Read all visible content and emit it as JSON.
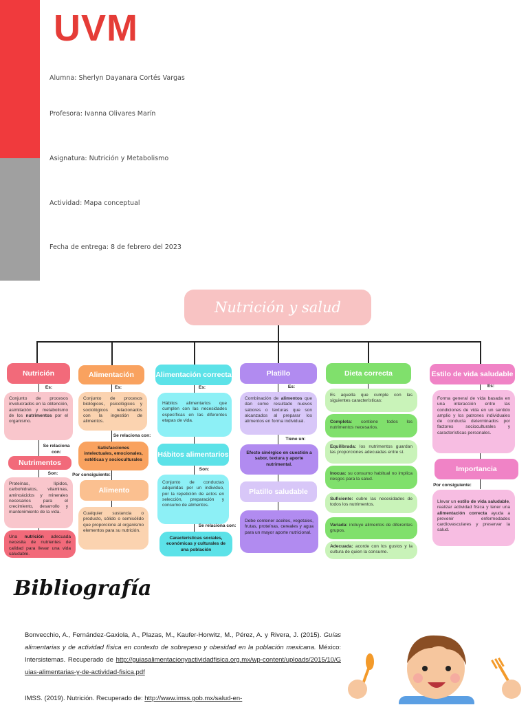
{
  "header": {
    "logo": "UVM",
    "student": "Alumna: Sherlyn Dayanara Cortés Vargas",
    "teacher": "Profesora: Ivanna Olivares Marín",
    "subject": "Asignatura: Nutrición y Metabolismo",
    "activity": "Actividad: Mapa conceptual",
    "due": "Fecha de entrega: 8 de febrero del 2023"
  },
  "map": {
    "title": "Nutrición y salud",
    "colors": {
      "red": "#f26a7a",
      "orange": "#f9a25f",
      "cyan": "#5ce2e8",
      "purple": "#b18bf0",
      "green": "#80e06c",
      "pink": "#f083c6"
    },
    "col1": {
      "head": "Nutrición",
      "es": "Es:",
      "def_a": "Conjunto de procesos involucrados en la obtención, asimilación y metabolismo de los ",
      "def_b": "nutrimentos",
      "def_c": " por el organismo.",
      "relation": "Se relaciona con:",
      "head2": "Nutrimentos",
      "son": "Son:",
      "list": "Proteínas, lípidos, carbohidratos, vitaminas, aminoácidos y minerales necesarios para el crecimiento, desarrollo y mantenimiento de la vida.",
      "bottom_a": "Una ",
      "bottom_b": "nutrición",
      "bottom_c": " adecuada necesita de nutrientes de calidad para llevar una vida saludable."
    },
    "col2": {
      "head": "Alimentación",
      "es": "Es:",
      "def": "Conjunto de procesos biológicos, psicológicos y sociológicos relacionados con la ingestión de alimentos.",
      "relation": "Se relaciona con:",
      "satisf": "Satisfacciones intelectuales, emocionales, estéticas y socioculturales",
      "consequence": "Por consiguiente:",
      "head2": "Alimento",
      "def2": "Cualquier sustancia o producto, sólido o semisólido que proporcione al organismo elementos para su nutrición."
    },
    "col3": {
      "head": "Alimentación correcta",
      "es": "Es:",
      "def": "Hábitos alimentarios que cumplen con las necesidades específicas en las diferentes etapas de vida.",
      "head2": "Hábitos alimentarios",
      "son": "Son:",
      "def2": "Conjunto de conductas adquiridas por un individuo, por la repetición de actos en selección, preparación y consumo de alimentos.",
      "relation": "Se relaciona con:",
      "bottom": "Características sociales, económicas y culturales de una población"
    },
    "col4": {
      "head": "Platillo",
      "es": "Es:",
      "def_a": "Combinación de ",
      "def_b": "alimentos",
      "def_c": " que dan como resultado nuevos sabores o texturas que son alcanzados al preparar los alimentos en forma individual.",
      "has": "Tiene un:",
      "effect": "Efecto sinérgico en cuestión a sabor, textura y aporte nutrimental.",
      "head2": "Platillo saludable",
      "def2": "Debe contener aceites, vegetales, frutas, proteínas, cereales y agua para un mayor aporte nutricional."
    },
    "col5": {
      "head": "Dieta correcta",
      "intro": "Es aquella que cumple con las siguientes características:",
      "items": [
        {
          "k": "Completa:",
          "v": " contiene todos los nutrimentos necesarios."
        },
        {
          "k": "Equilibrada:",
          "v": " los nutrimentos guardan las proporciones adecuadas entre sí."
        },
        {
          "k": "Inocua:",
          "v": " su consumo habitual no implica riesgos para la salud."
        },
        {
          "k": "Suficiente:",
          "v": " cubre las necesidades de todos los nutrimentos."
        },
        {
          "k": "Variada:",
          "v": " incluye alimentos de diferentes grupos."
        },
        {
          "k": "Adecuada:",
          "v": " acorde con los gustos y la cultura de quien la consume."
        }
      ]
    },
    "col6": {
      "head": "Estilo de vida saludable",
      "es": "Es:",
      "def": "Forma general de vida basada en una interacción entre las condiciones de vida en un sentido amplio y los patrones individuales de conducta determinados por factores socioculturales y características personales.",
      "head2": "Importancia",
      "consequence": "Por consiguiente:",
      "imp_a": "Llevar un ",
      "imp_b": "estilo de vida saludable",
      "imp_c": ", realizar actividad física y tener una ",
      "imp_d": "alimentación correcta",
      "imp_e": " ayuda a prevenir enfermedades cardiovasculares y preservar la salud."
    }
  },
  "bibliography": {
    "title": "Bibliografía",
    "ref1_a": "Bonvecchio, A., Fernández-Gaxiola, A., Plazas, M., Kaufer-Horwitz, M., Pérez, A. y Rivera, J. (2015). ",
    "ref1_b": "Guías alimentarias y de actividad física en contexto de sobrepeso y obesidad en la población mexicana.",
    "ref1_c": " México: Intersistemas. Recuperado de ",
    "ref1_link": "http://guiasalimentacionyactividadfisica.org.mx/wp-content/uploads/2015/10/Guias-alimentarias-y-de-actividad-fisica.pdf",
    "ref2_a": "IMSS. (2019). Nutrición. Recuperado de: ",
    "ref2_link": "http://www.imss.gob.mx/salud-en-"
  }
}
